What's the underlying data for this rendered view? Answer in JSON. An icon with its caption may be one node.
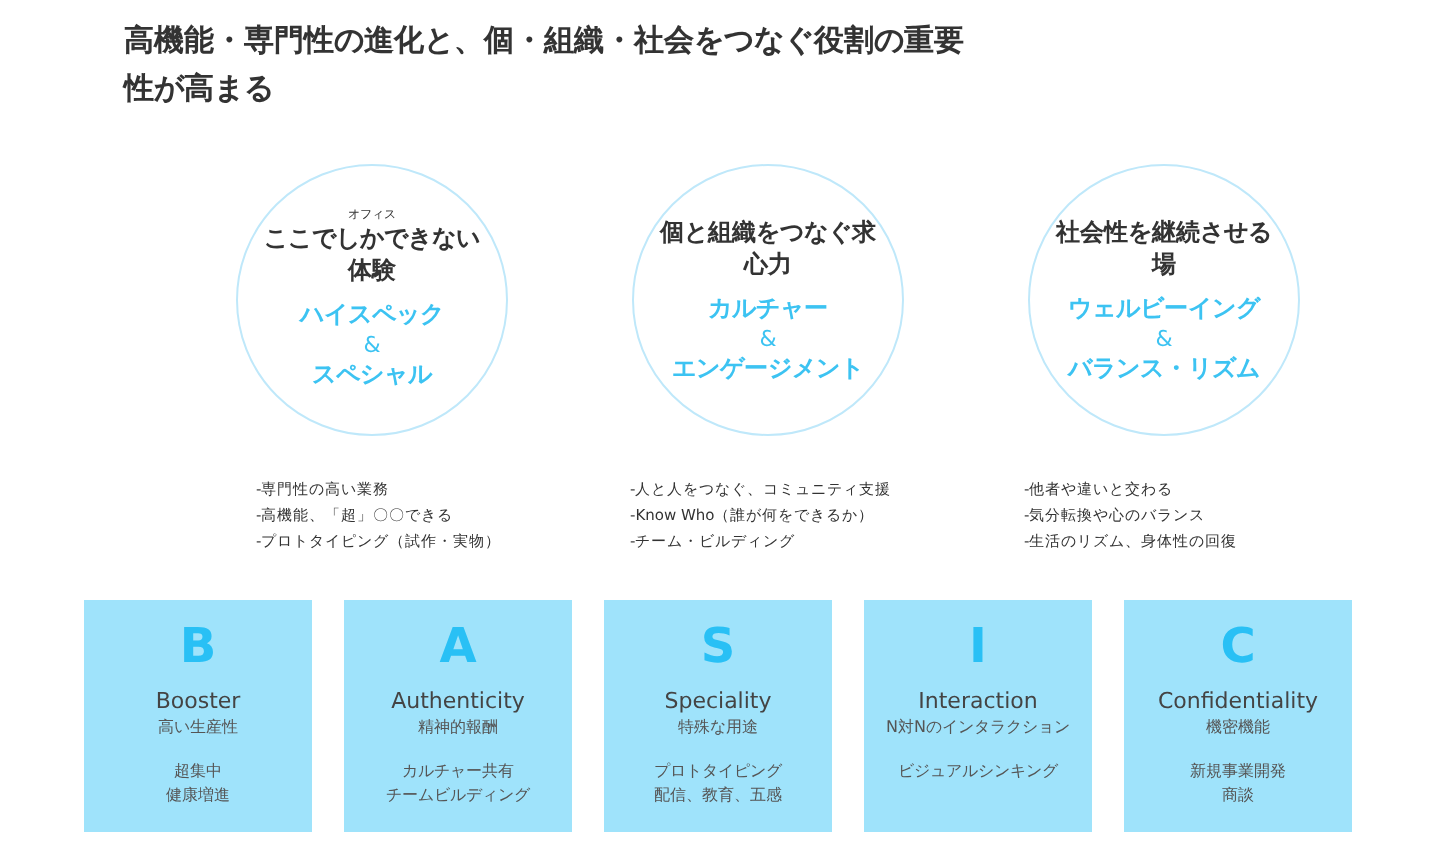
{
  "diagram": {
    "title": "高機能・専門性の進化と、個・組織・社会をつなぐ役割の重要性が高まる",
    "nodes": [
      {
        "text": [
          "オフィス",
          "ここでしかできない体験",
          "ハイスペック",
          "&",
          "スペシャル"
        ],
        "beside": [
          "-専門性の高い業務",
          "-高機能、「超」〇〇できる",
          "-プロトタイピング（試作・実物）"
        ]
      },
      {
        "text": [
          "個と組織をつなぐ求心力",
          "カルチャー",
          "&",
          "エンゲージメント"
        ],
        "beside": [
          "-人と人をつなぐ、コミュニティ支援",
          "-Know Who（誰が何をできるか）",
          "-チーム・ビルディング"
        ]
      },
      {
        "text": [
          "社会性を継続させる場",
          "ウェルビーイング",
          "&",
          "バランス・リズム"
        ],
        "beside": [
          "-他者や違いと交わる",
          "-気分転換や心のバランス",
          "-生活のリズム、身体性の回復"
        ]
      },
      {
        "text": [
          "B",
          "Booster",
          "高い生産性",
          "超集中",
          "健康増進"
        ]
      },
      {
        "text": [
          "A",
          "Authenticity",
          "精神的報酬",
          "カルチャー共有",
          "チームビルディング"
        ]
      },
      {
        "text": [
          "S",
          "Speciality",
          "特殊な用途",
          "プロトタイピング",
          "配信、教育、五感"
        ]
      },
      {
        "text": [
          "I",
          "Interaction",
          "N対Nのインタラクション",
          "ビジュアルシンキング"
        ]
      },
      {
        "text": [
          "C",
          "Confidentiality",
          "機密機能",
          "新規事業開発",
          "商談"
        ]
      }
    ],
    "edges": []
  }
}
